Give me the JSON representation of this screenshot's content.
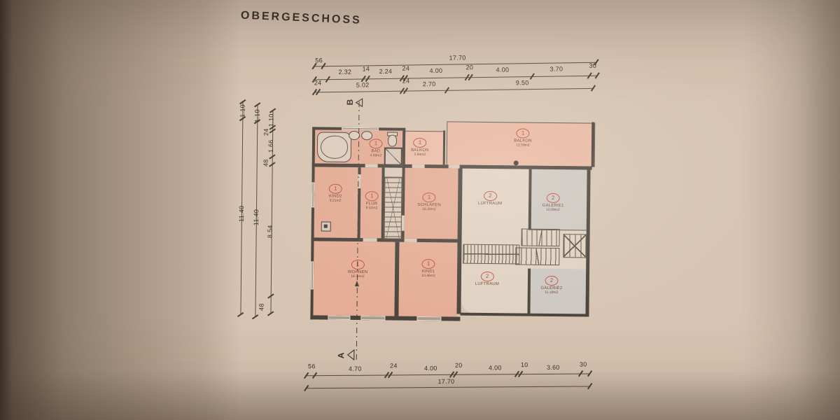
{
  "title": "OBERGESCHOSS",
  "section_markers": {
    "top": "B",
    "bottom": "A"
  },
  "dims": {
    "top1": [
      "56",
      "17.70"
    ],
    "top2": [
      "2.32",
      "14",
      "2.24",
      "24",
      "4.00",
      "20",
      "4.00",
      "3.70",
      "30"
    ],
    "top3": [
      "24",
      "5.02",
      "24",
      "2.70",
      "9.50"
    ],
    "left1": [
      "1.10",
      "11.40"
    ],
    "left2": [
      "1.10",
      "11.40"
    ],
    "left3": [
      "1.10",
      "24",
      "1.66",
      "48",
      "8.54",
      "48"
    ],
    "bottom1": [
      "56",
      "4.70",
      "24",
      "4.00",
      "20",
      "4.00",
      "10",
      "3.60",
      "30"
    ],
    "bottom2": [
      "17.70"
    ]
  },
  "rooms": [
    {
      "num": "1",
      "name": "BAD",
      "area": "4.59m2"
    },
    {
      "num": "1",
      "name": "BALKON",
      "area": "2.94m2"
    },
    {
      "num": "1",
      "name": "BALKON",
      "area": "12.59m2"
    },
    {
      "num": "1",
      "name": "KIND2",
      "area": "9.21m2"
    },
    {
      "num": "1",
      "name": "FLUR",
      "area": "8.52m2"
    },
    {
      "num": "1",
      "name": "SCHLAFEN",
      "area": "16.28m2"
    },
    {
      "num": "2",
      "name": "LUFTRAUM",
      "area": ""
    },
    {
      "num": "2",
      "name": "GALERIE1",
      "area": "10.89m2"
    },
    {
      "num": "1",
      "name": "WOHNEN",
      "area": "18.74m2"
    },
    {
      "num": "1",
      "name": "KIND1",
      "area": "10.46m2"
    },
    {
      "num": "2",
      "name": "LUFTRAUM",
      "area": ""
    },
    {
      "num": "2",
      "name": "GALERIE2",
      "area": "11.18m2"
    }
  ],
  "colors": {
    "paper": "#d7c4b2",
    "room_fill": "#e3ab94",
    "balcony_fill": "#e9b9a3",
    "gallery_fill": "#cdc7c1",
    "void_fill": "#e0d2c2",
    "wall": "#4b443c",
    "badge": "#bf4f41",
    "label_text": "#6f4538",
    "dim_text": "#38332b"
  }
}
